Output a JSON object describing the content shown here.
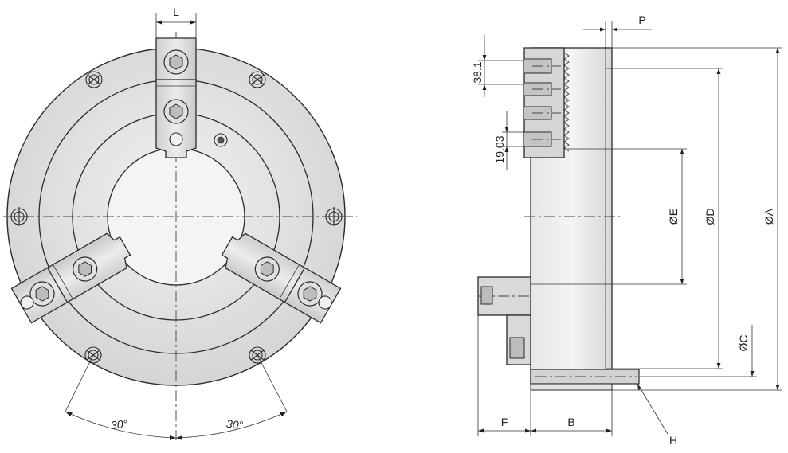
{
  "front_view": {
    "dim_jaw_width": "L",
    "angle_left": "30°",
    "angle_right": "30°"
  },
  "side_view": {
    "dim_p": "P",
    "dim_pitch": "38.1",
    "dim_serration": "19.03",
    "dim_e": "ØE",
    "dim_d": "ØD",
    "dim_a": "ØA",
    "dim_c": "ØC",
    "dim_f": "F",
    "dim_b": "B",
    "dim_h": "H"
  },
  "colors": {
    "body_fill": "#dcdcdc",
    "body_light": "#ebebeb",
    "line": "#2a2a2a"
  }
}
